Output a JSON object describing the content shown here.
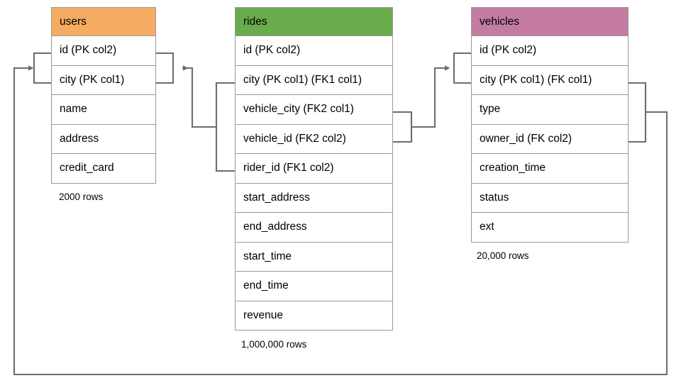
{
  "diagram": {
    "title": "ride-sharing schema entity relationship diagram",
    "colors": {
      "users_header": "#F5AB62",
      "rides_header": "#6AAB4C",
      "vehicles_header": "#C47CA3",
      "border": "#9a9a9a",
      "connector": "#6d6d6d",
      "background": "#ffffff"
    }
  },
  "tables": [
    {
      "id": "users",
      "name": "users",
      "header_color": "#F5AB62",
      "row_count_label": "2000 rows",
      "columns": [
        {
          "label": "id (PK col2)"
        },
        {
          "label": "city (PK col1)"
        },
        {
          "label": "name"
        },
        {
          "label": "address"
        },
        {
          "label": "credit_card"
        }
      ]
    },
    {
      "id": "rides",
      "name": "rides",
      "header_color": "#6AAB4C",
      "row_count_label": "1,000,000 rows",
      "columns": [
        {
          "label": "id (PK col2)"
        },
        {
          "label": "city (PK col1) (FK1 col1)"
        },
        {
          "label": "vehicle_city (FK2 col1)"
        },
        {
          "label": "vehicle_id (FK2 col2)"
        },
        {
          "label": "rider_id (FK1 col2)"
        },
        {
          "label": "start_address"
        },
        {
          "label": "end_address"
        },
        {
          "label": "start_time"
        },
        {
          "label": "end_time"
        },
        {
          "label": "revenue"
        }
      ]
    },
    {
      "id": "vehicles",
      "name": "vehicles",
      "header_color": "#C47CA3",
      "row_count_label": "20,000 rows",
      "columns": [
        {
          "label": "id (PK col2)"
        },
        {
          "label": "city (PK col1) (FK col1)"
        },
        {
          "label": "type"
        },
        {
          "label": "owner_id (FK col2)"
        },
        {
          "label": "creation_time"
        },
        {
          "label": "status"
        },
        {
          "label": "ext"
        }
      ]
    }
  ],
  "relationships": [
    {
      "id": "fk1-rides-users",
      "from_table": "rides",
      "from_columns": [
        "city (PK col1) (FK1 col1)",
        "rider_id (FK1 col2)"
      ],
      "to_table": "users",
      "to_columns": [
        "id (PK col2)",
        "city (PK col1)"
      ]
    },
    {
      "id": "fk2-rides-vehicles",
      "from_table": "rides",
      "from_columns": [
        "vehicle_city (FK2 col1)",
        "vehicle_id (FK2 col2)"
      ],
      "to_table": "vehicles",
      "to_columns": [
        "id (PK col2)",
        "city (PK col1) (FK col1)"
      ]
    },
    {
      "id": "fk-vehicles-users",
      "from_table": "vehicles",
      "from_columns": [
        "city (PK col1) (FK col1)",
        "owner_id (FK col2)"
      ],
      "to_table": "users",
      "to_columns": [
        "id (PK col2)",
        "city (PK col1)"
      ]
    }
  ]
}
